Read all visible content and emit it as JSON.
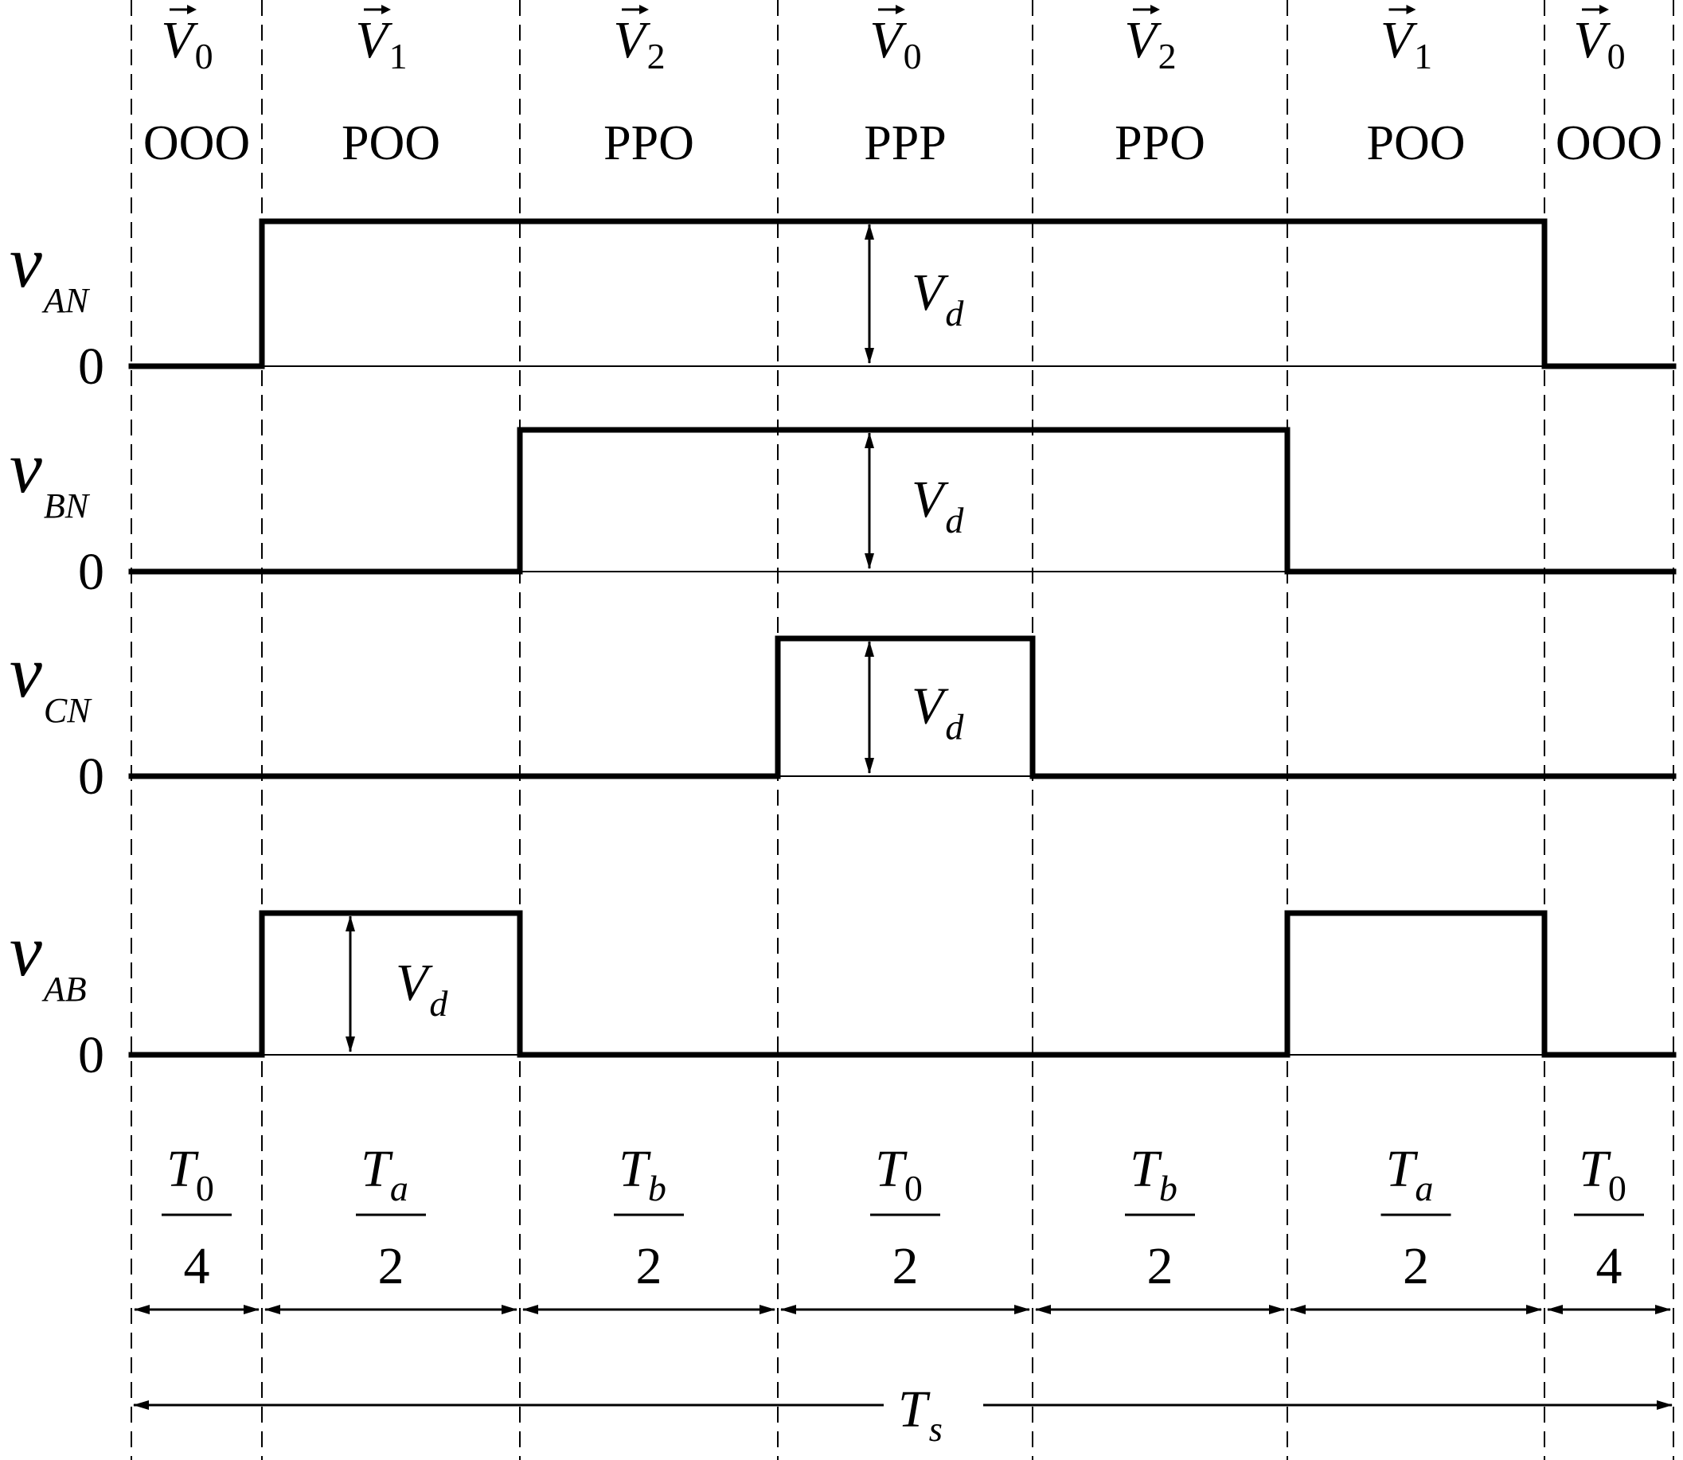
{
  "segments": [
    {
      "vector": "V",
      "vector_sub": "0",
      "state": "OOO",
      "dur_num": "T",
      "dur_num_sub": "0",
      "dur_den": "4"
    },
    {
      "vector": "V",
      "vector_sub": "1",
      "state": "POO",
      "dur_num": "T",
      "dur_num_sub": "a",
      "dur_den": "2"
    },
    {
      "vector": "V",
      "vector_sub": "2",
      "state": "PPO",
      "dur_num": "T",
      "dur_num_sub": "b",
      "dur_den": "2"
    },
    {
      "vector": "V",
      "vector_sub": "0",
      "state": "PPP",
      "dur_num": "T",
      "dur_num_sub": "0",
      "dur_den": "2"
    },
    {
      "vector": "V",
      "vector_sub": "2",
      "state": "PPO",
      "dur_num": "T",
      "dur_num_sub": "b",
      "dur_den": "2"
    },
    {
      "vector": "V",
      "vector_sub": "1",
      "state": "POO",
      "dur_num": "T",
      "dur_num_sub": "a",
      "dur_den": "2"
    },
    {
      "vector": "V",
      "vector_sub": "0",
      "state": "OOO",
      "dur_num": "T",
      "dur_num_sub": "0",
      "dur_den": "4"
    }
  ],
  "waveforms": [
    {
      "name": "v",
      "name_sub": "AN",
      "zero": "0",
      "amplitude": "V",
      "amplitude_sub": "d",
      "high": [
        0,
        1,
        1,
        1,
        1,
        1,
        0
      ]
    },
    {
      "name": "v",
      "name_sub": "BN",
      "zero": "0",
      "amplitude": "V",
      "amplitude_sub": "d",
      "high": [
        0,
        0,
        1,
        1,
        1,
        0,
        0
      ]
    },
    {
      "name": "v",
      "name_sub": "CN",
      "zero": "0",
      "amplitude": "V",
      "amplitude_sub": "d",
      "high": [
        0,
        0,
        0,
        1,
        0,
        0,
        0
      ]
    },
    {
      "name": "v",
      "name_sub": "AB",
      "zero": "0",
      "amplitude": "V",
      "amplitude_sub": "d",
      "high": [
        0,
        1,
        0,
        0,
        0,
        1,
        0
      ]
    }
  ],
  "period": {
    "symbol": "T",
    "sub": "s"
  }
}
